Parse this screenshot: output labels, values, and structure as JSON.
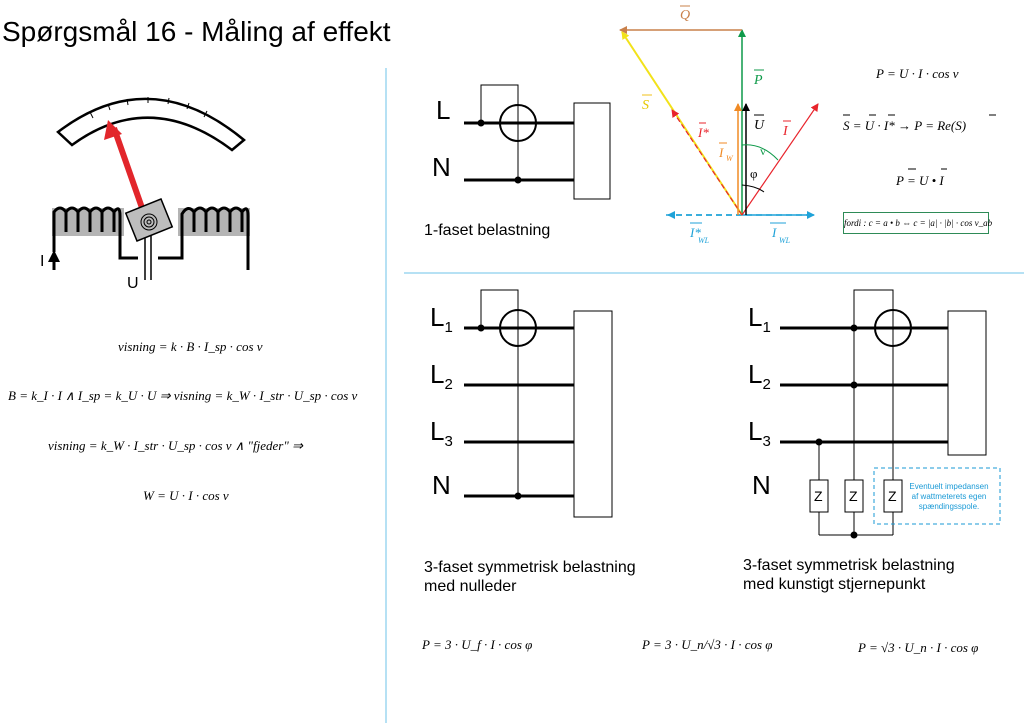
{
  "title": "Spørgsmål 16 - Måling af effekt",
  "meter": {
    "label_current": "I",
    "label_voltage": "U"
  },
  "left_equations": [
    "visning = k · B · I_sp · cos v",
    "B = k_I · I  ∧  I_sp = k_U · U  ⇒  visning = k_W · I_str · U_sp · cos v",
    "visning = k_W · I_str · U_sp · cos v  ∧  \"fjeder\"  ⇒",
    "W = U · I · cos v"
  ],
  "circuit_1phase": {
    "line": "L",
    "neutral": "N",
    "caption": "1-faset belastning"
  },
  "circuit_3phase_n": {
    "lines": [
      "L",
      "L",
      "L"
    ],
    "subs": [
      "1",
      "2",
      "3"
    ],
    "neutral": "N",
    "caption_line1": "3-faset symmetrisk belastning",
    "caption_line2": "med nulleder"
  },
  "circuit_3phase_star": {
    "lines": [
      "L",
      "L",
      "L"
    ],
    "subs": [
      "1",
      "2",
      "3"
    ],
    "neutral": "N",
    "impedance": "Z",
    "note_line1": "Eventuelt impedansen",
    "note_line2": "af wattmeterets egen",
    "note_line3": "spændingsspole.",
    "caption_line1": "3-faset symmetrisk belastning",
    "caption_line2": "med kunstigt stjernepunkt"
  },
  "phasor": {
    "labels": {
      "Q": "Q",
      "P": "P",
      "S": "S",
      "U": "U",
      "I": "I",
      "Istar": "I*",
      "IW": "I",
      "IW_sub": "W",
      "IWL_star": "I*",
      "IWL_star_sub": "WL",
      "IWL": "I",
      "IWL_sub": "WL",
      "v": "v",
      "phi": "φ"
    },
    "colors": {
      "Q": "#c9804a",
      "P": "#0f9a4a",
      "S": "#f2e21a",
      "I": "#e8242c",
      "U": "#000000",
      "IW": "#f08a24",
      "IWL": "#1fa2d8",
      "fordi_border": "#2e8b57",
      "panel_divider": "#6cc3e8",
      "needle": "#e2262b"
    }
  },
  "right_equations": {
    "p1": "P = U · I · cos v",
    "p2": "S = U · I* → P = Re(S)",
    "p3": "P = U • I",
    "fordi": "fordi : c = a • b ⇔ c = |a| · |b| · cos v_ab"
  },
  "bottom_equations": {
    "eq1": "P = 3 · U_f · I · cos φ",
    "eq2": "P = 3 · U_n/√3 · I · cos φ",
    "eq3": "P = √3 · U_n · I · cos φ"
  }
}
